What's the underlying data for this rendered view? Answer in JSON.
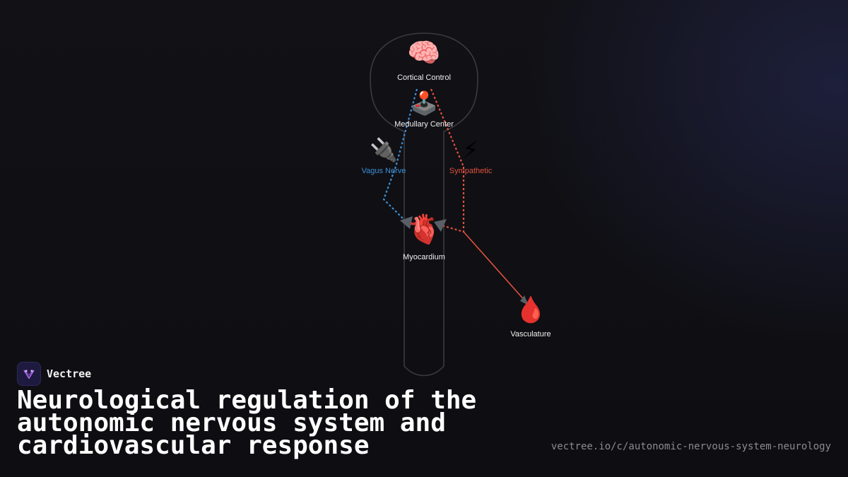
{
  "brand": {
    "name": "Vectree",
    "logo_icon": "vectree-logo-icon",
    "logo_color": "#b06ee8"
  },
  "title": "Neurological regulation of the autonomic nervous system and cardiovascular response",
  "url": "vectree.io/c/autonomic-nervous-system-neurology",
  "colors": {
    "parasympathetic": "#3b8fd6",
    "sympathetic": "#e0513e",
    "outline": "#3a3a40",
    "label_default": "#f0f0f0"
  },
  "diagram": {
    "nodes": [
      {
        "id": "cortical",
        "icon": "brain-icon",
        "glyph": "🧠",
        "label": "Cortical Control",
        "tone": "default"
      },
      {
        "id": "medullary",
        "icon": "joystick-icon",
        "glyph": "🕹️",
        "label": "Medullary Center",
        "tone": "default"
      },
      {
        "id": "vagus",
        "icon": "plug-icon",
        "glyph": "🔌",
        "label": "Vagus Nerve",
        "tone": "parasympathetic"
      },
      {
        "id": "sympathetic",
        "icon": "lightning-icon",
        "glyph": "⚡",
        "label": "Sympathetic",
        "tone": "sympathetic"
      },
      {
        "id": "myocardium",
        "icon": "heart-icon",
        "glyph": "🫀",
        "label": "Myocardium",
        "tone": "default"
      },
      {
        "id": "vasculature",
        "icon": "blood-drop-icon",
        "glyph": "🩸",
        "label": "Vasculature",
        "tone": "default"
      }
    ],
    "edges": [
      {
        "from": "medullary",
        "to": "vagus",
        "tone": "parasympathetic",
        "style": "dotted"
      },
      {
        "from": "vagus",
        "to": "myocardium",
        "tone": "parasympathetic",
        "style": "dotted"
      },
      {
        "from": "medullary",
        "to": "sympathetic",
        "tone": "sympathetic",
        "style": "dotted"
      },
      {
        "from": "sympathetic",
        "to": "myocardium",
        "tone": "sympathetic",
        "style": "dotted"
      },
      {
        "from": "sympathetic",
        "to": "vasculature",
        "tone": "sympathetic",
        "style": "solid"
      }
    ]
  }
}
